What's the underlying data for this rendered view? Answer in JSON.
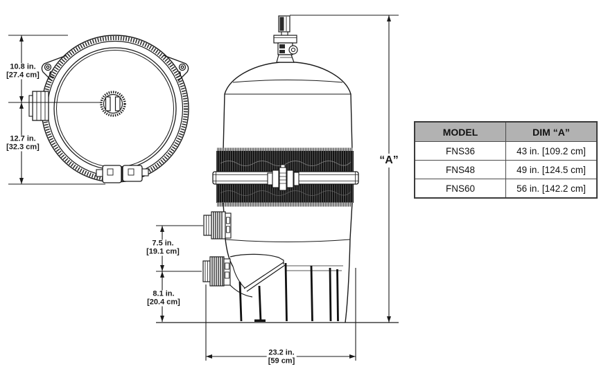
{
  "page": {
    "background": "#ffffff",
    "line_color": "#1a1a1a"
  },
  "drawing": {
    "top_view": {
      "dim_upper": {
        "inches": "10.8 in.",
        "metric": "[27.4 cm]"
      },
      "dim_lower": {
        "inches": "12.7 in.",
        "metric": "[32.3 cm]"
      }
    },
    "side_view": {
      "dim_upper_port": {
        "inches": "7.5 in.",
        "metric": "[19.1 cm]"
      },
      "dim_lower_port": {
        "inches": "8.1 in.",
        "metric": "[20.4 cm]"
      },
      "dim_base_width": {
        "inches": "23.2 in.",
        "metric": "[59 cm]"
      },
      "dim_height_label": "“A”"
    }
  },
  "spec_table": {
    "header_bg": "#b2b2b2",
    "border_color": "#4a4a4a",
    "columns": [
      "MODEL",
      "DIM “A”"
    ],
    "rows": [
      {
        "model": "FNS36",
        "dim_a": "43 in. [109.2 cm]"
      },
      {
        "model": "FNS48",
        "dim_a": "49 in. [124.5 cm]"
      },
      {
        "model": "FNS60",
        "dim_a": "56 in. [142.2 cm]"
      }
    ]
  }
}
